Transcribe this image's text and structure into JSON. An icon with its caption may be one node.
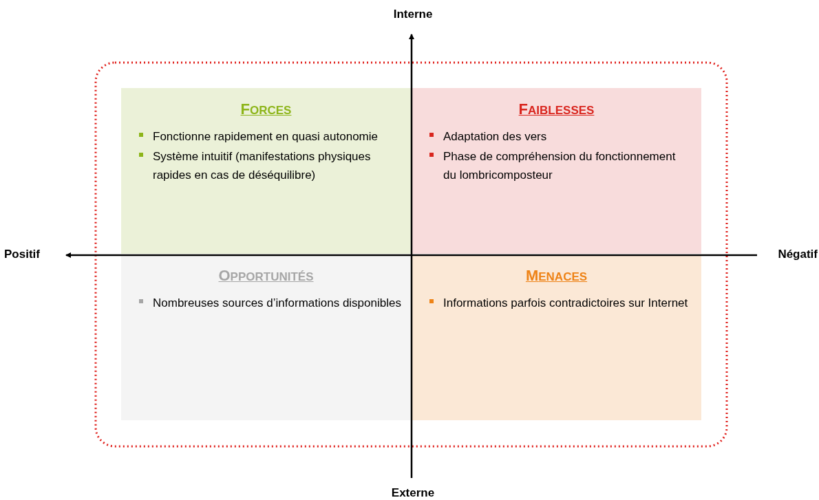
{
  "diagram": {
    "nodes": [
      {
        "text": [
          "FORCES",
          "Fonctionne rapidement en quasi autonomie",
          "Système intuitif (manifestations physiques rapides en cas de déséquilibre)"
        ]
      },
      {
        "text": [
          "FAIBLESSES",
          "Adaptation des vers",
          "Phase de compréhension du fonctionnement du lombricomposteur"
        ]
      },
      {
        "text": [
          "OPPORTUNITÉS",
          "Nombreuses sources d’informations disponibles"
        ]
      },
      {
        "text": [
          "MENACES",
          "Informations parfois contradictoires sur Internet"
        ]
      }
    ],
    "labels": [
      "Interne",
      "Positif",
      "Négatif",
      "Externe"
    ]
  }
}
